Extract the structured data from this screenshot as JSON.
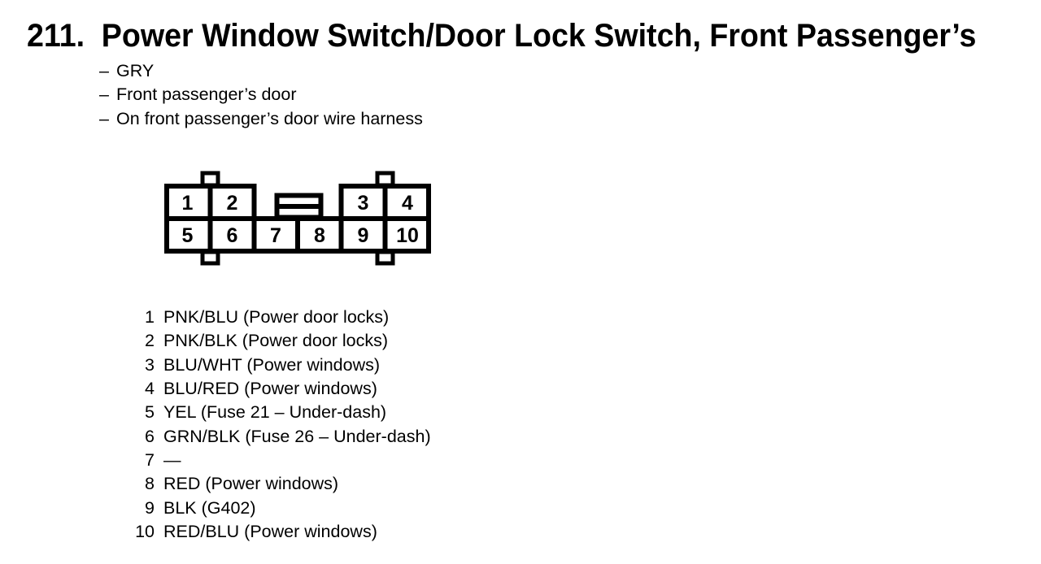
{
  "header": {
    "number": "211.",
    "title": "Power Window Switch/Door Lock Switch, Front Passenger’s"
  },
  "bullets": {
    "marker": "–",
    "items": [
      "GRY",
      "Front passenger’s door",
      "On front passenger’s door wire harness"
    ]
  },
  "connector": {
    "description": "10-pin connector, front view",
    "pins_top": [
      "1",
      "2",
      "3",
      "4"
    ],
    "pins_bottom": [
      "5",
      "6",
      "7",
      "8",
      "9",
      "10"
    ]
  },
  "pin_list": [
    {
      "num": "1",
      "desc": "PNK/BLU (Power door locks)"
    },
    {
      "num": "2",
      "desc": "PNK/BLK (Power door locks)"
    },
    {
      "num": "3",
      "desc": "BLU/WHT (Power windows)"
    },
    {
      "num": "4",
      "desc": "BLU/RED (Power windows)"
    },
    {
      "num": "5",
      "desc": "YEL (Fuse 21 – Under-dash)"
    },
    {
      "num": "6",
      "desc": "GRN/BLK (Fuse 26 – Under-dash)"
    },
    {
      "num": "7",
      "desc": "—"
    },
    {
      "num": "8",
      "desc": "RED (Power windows)"
    },
    {
      "num": "9",
      "desc": "BLK (G402)"
    },
    {
      "num": "10",
      "desc": "RED/BLU (Power windows)"
    }
  ],
  "colors": {
    "ink": "#000000",
    "paper": "#ffffff"
  }
}
